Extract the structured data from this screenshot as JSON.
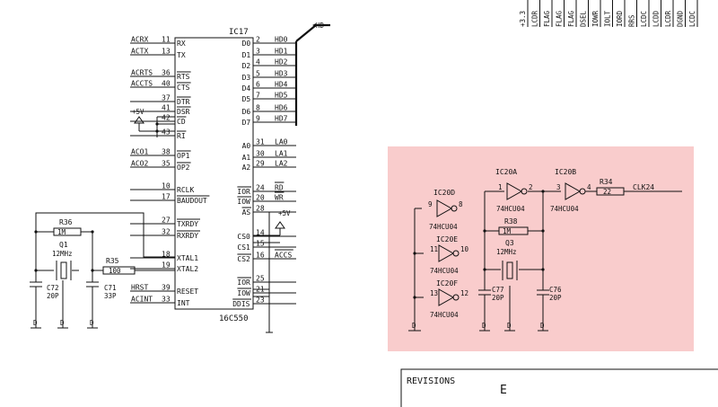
{
  "ic17": {
    "ref": "IC17",
    "part": "16C550",
    "left_pins": [
      {
        "net": "ACRX",
        "num": "11",
        "name": "RX"
      },
      {
        "net": "ACTX",
        "num": "13",
        "name": "TX"
      },
      {
        "net": "ACRTS",
        "num": "36",
        "name": "RTS"
      },
      {
        "net": "ACCTS",
        "num": "40",
        "name": "CTS"
      },
      {
        "net": "",
        "num": "37",
        "name": "DTR"
      },
      {
        "net": "",
        "num": "41",
        "name": "DSR"
      },
      {
        "net": "",
        "num": "42",
        "name": "CD"
      },
      {
        "net": "",
        "num": "43",
        "name": "RI"
      },
      {
        "net": "ACO1",
        "num": "38",
        "name": "OP1"
      },
      {
        "net": "ACO2",
        "num": "35",
        "name": "OP2"
      },
      {
        "net": "",
        "num": "10",
        "name": "RCLK"
      },
      {
        "net": "",
        "num": "17",
        "name": "BAUDOUT"
      },
      {
        "net": "",
        "num": "27",
        "name": "TXRDY"
      },
      {
        "net": "",
        "num": "32",
        "name": "RXRDY"
      },
      {
        "net": "",
        "num": "18",
        "name": "XTAL1"
      },
      {
        "net": "",
        "num": "19",
        "name": "XTAL2"
      },
      {
        "net": "HRST",
        "num": "39",
        "name": "RESET"
      },
      {
        "net": "ACINT",
        "num": "33",
        "name": "INT"
      }
    ],
    "right_pins": [
      {
        "name": "D0",
        "num": "2",
        "net": "HD0"
      },
      {
        "name": "D1",
        "num": "3",
        "net": "HD1"
      },
      {
        "name": "D2",
        "num": "4",
        "net": "HD2"
      },
      {
        "name": "D3",
        "num": "5",
        "net": "HD3"
      },
      {
        "name": "D4",
        "num": "6",
        "net": "HD4"
      },
      {
        "name": "D5",
        "num": "7",
        "net": "HD5"
      },
      {
        "name": "D6",
        "num": "8",
        "net": "HD6"
      },
      {
        "name": "D7",
        "num": "9",
        "net": "HD7"
      },
      {
        "name": "A0",
        "num": "31",
        "net": "LA0"
      },
      {
        "name": "A1",
        "num": "30",
        "net": "LA1"
      },
      {
        "name": "A2",
        "num": "29",
        "net": "LA2"
      },
      {
        "name": "IOR",
        "num": "24",
        "net": "RD"
      },
      {
        "name": "IOW",
        "num": "20",
        "net": "WR"
      },
      {
        "name": "AS",
        "num": "28",
        "net": ""
      },
      {
        "name": "CS0",
        "num": "14",
        "net": ""
      },
      {
        "name": "CS1",
        "num": "15",
        "net": ""
      },
      {
        "name": "CS2",
        "num": "16",
        "net": "ACCS"
      },
      {
        "name": "IOR",
        "num": "25",
        "net": ""
      },
      {
        "name": "IOW",
        "num": "21",
        "net": ""
      },
      {
        "name": "DDIS",
        "num": "23",
        "net": ""
      }
    ],
    "bus_label": "HD",
    "vcc_label": "+5V"
  },
  "osc_left": {
    "resistor": {
      "ref": "R36",
      "value": "1M"
    },
    "crystal": {
      "ref": "Q1",
      "value": "12MHz"
    },
    "series_res": {
      "ref": "R35",
      "value": "100"
    },
    "cap_left": {
      "ref": "C72",
      "value": "20P"
    },
    "cap_right": {
      "ref": "C71",
      "value": "33P"
    },
    "gnd_label": "D"
  },
  "osc_right": {
    "inverters": [
      {
        "ref": "IC20D",
        "in": "9",
        "out": "8",
        "part": "74HCU04"
      },
      {
        "ref": "IC20E",
        "in": "11",
        "out": "10",
        "part": "74HCU04"
      },
      {
        "ref": "IC20F",
        "in": "13",
        "out": "12",
        "part": "74HCU04"
      },
      {
        "ref": "IC20A",
        "in": "1",
        "out": "2",
        "part": "74HCU04"
      },
      {
        "ref": "IC20B",
        "in": "3",
        "out": "4",
        "part": "74HCU04"
      }
    ],
    "feedback_res": {
      "ref": "R38",
      "value": "1M"
    },
    "out_res": {
      "ref": "R34",
      "value": "22"
    },
    "crystal": {
      "ref": "Q3",
      "value": "12MHz"
    },
    "cap_left": {
      "ref": "C77",
      "value": "20P"
    },
    "cap_right": {
      "ref": "C76",
      "value": "20P"
    },
    "clk_net": "CLK24",
    "gnd_label": "D"
  },
  "top_right_labels": [
    "+3.3",
    "LCDR",
    "FLAG",
    "FLAG",
    "FLAG",
    "DSEL",
    "IOWR",
    "IOLT",
    "IORD",
    "RRS",
    "LCDC",
    "LCDD",
    "LCDR",
    "DGND",
    "LCDC"
  ],
  "revisions": {
    "title": "REVISIONS",
    "letter": "E"
  },
  "colors": {
    "highlight": "#f9cccc",
    "ink": "#111111"
  }
}
